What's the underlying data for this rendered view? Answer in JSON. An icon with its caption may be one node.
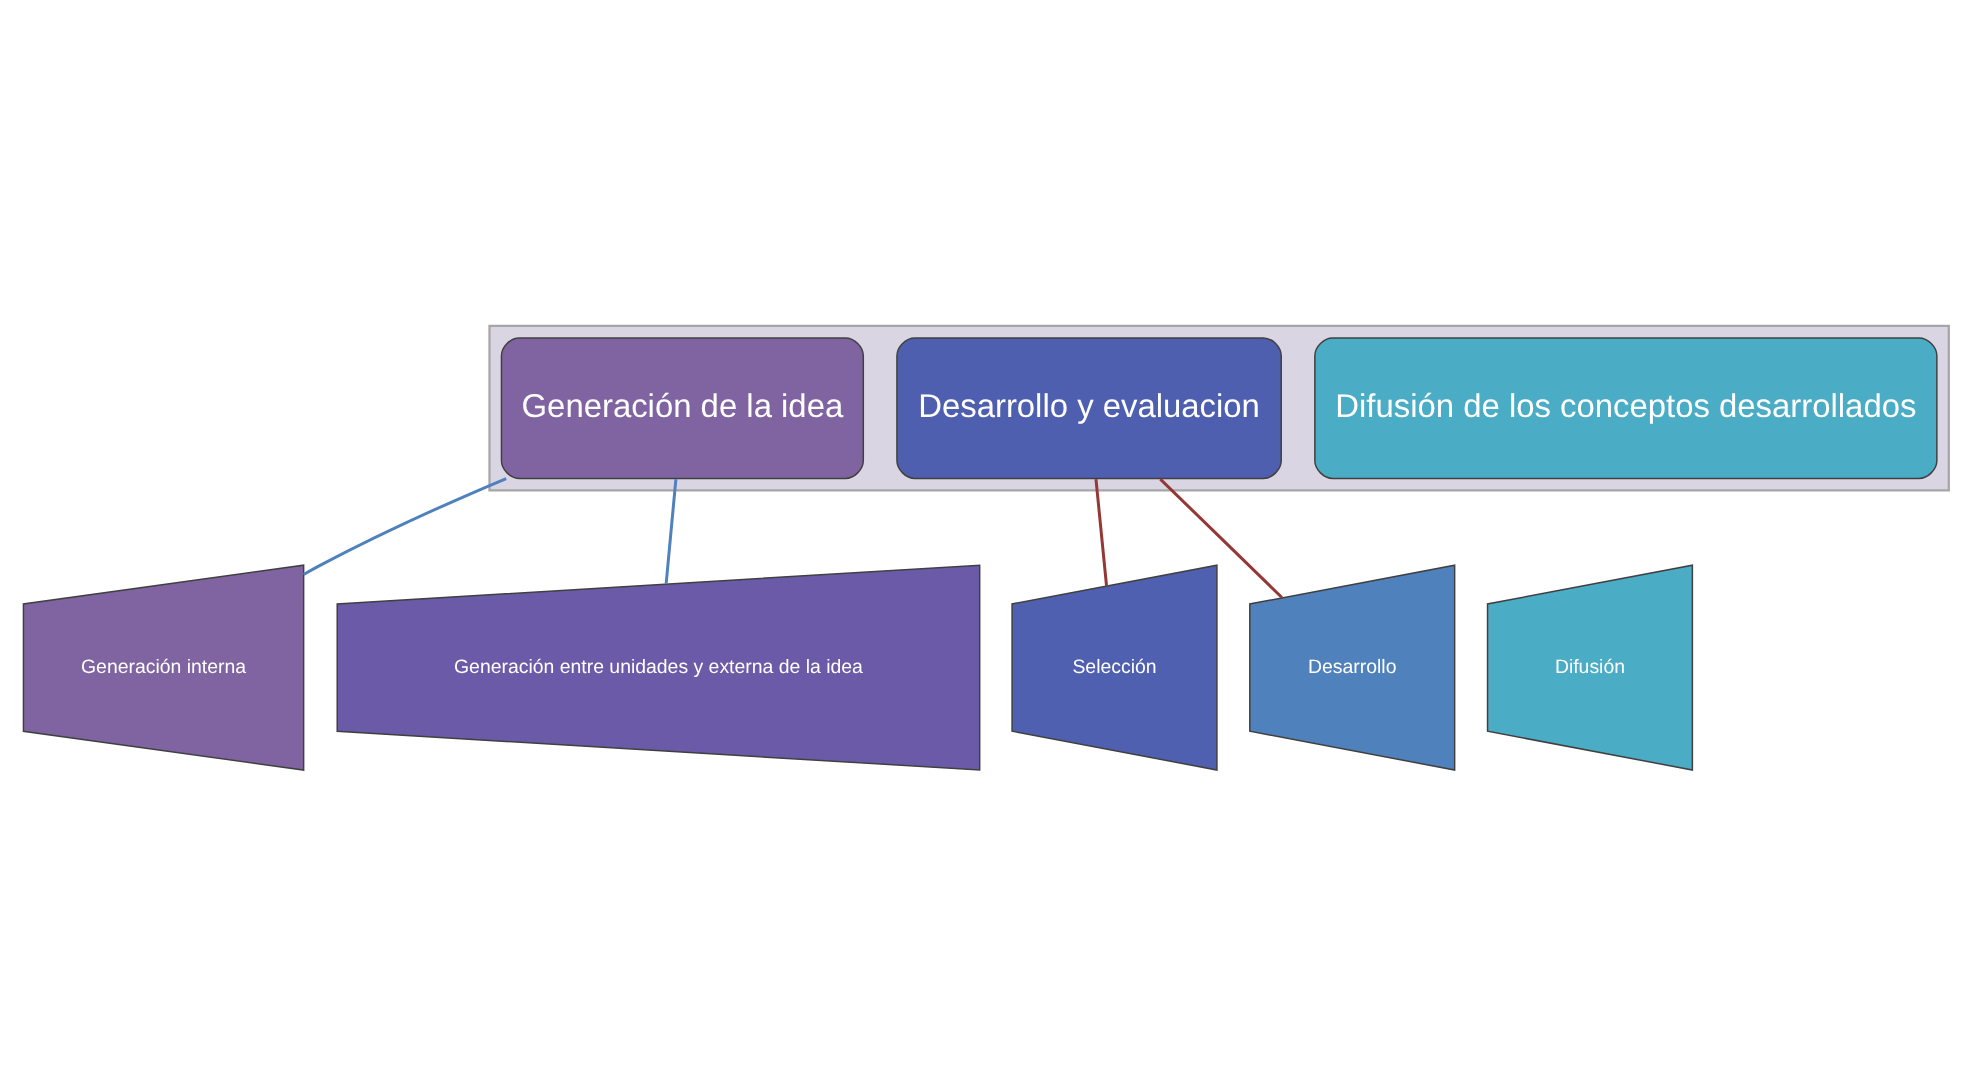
{
  "diagram": {
    "nodes": [
      {
        "text": [],
        "shape": "arrow"
      },
      {
        "text": [
          "Generación de la idea"
        ],
        "in": 0
      },
      {
        "text": [
          "Desarrollo y evaluacion"
        ],
        "in": 0
      },
      {
        "text": [
          "Difusión de los conceptos desarrollados"
        ],
        "in": 0
      },
      {
        "text": [
          "Generación interna"
        ]
      },
      {
        "text": [
          "Generación entre unidades y externa de la idea"
        ]
      },
      {
        "text": [
          "Selección"
        ]
      },
      {
        "text": [
          "Desarrollo"
        ]
      },
      {
        "text": [
          "Difusión"
        ]
      }
    ],
    "edges": [
      {
        "from": 1,
        "to": 4,
        "arrow": "none",
        "color": "#4f81bd"
      },
      {
        "from": 1,
        "to": 5,
        "arrow": "none",
        "color": "#4f81bd"
      },
      {
        "from": 2,
        "to": 6,
        "arrow": "none",
        "color": "#953735"
      },
      {
        "from": 2,
        "to": 7,
        "arrow": "none",
        "color": "#953735"
      }
    ]
  }
}
